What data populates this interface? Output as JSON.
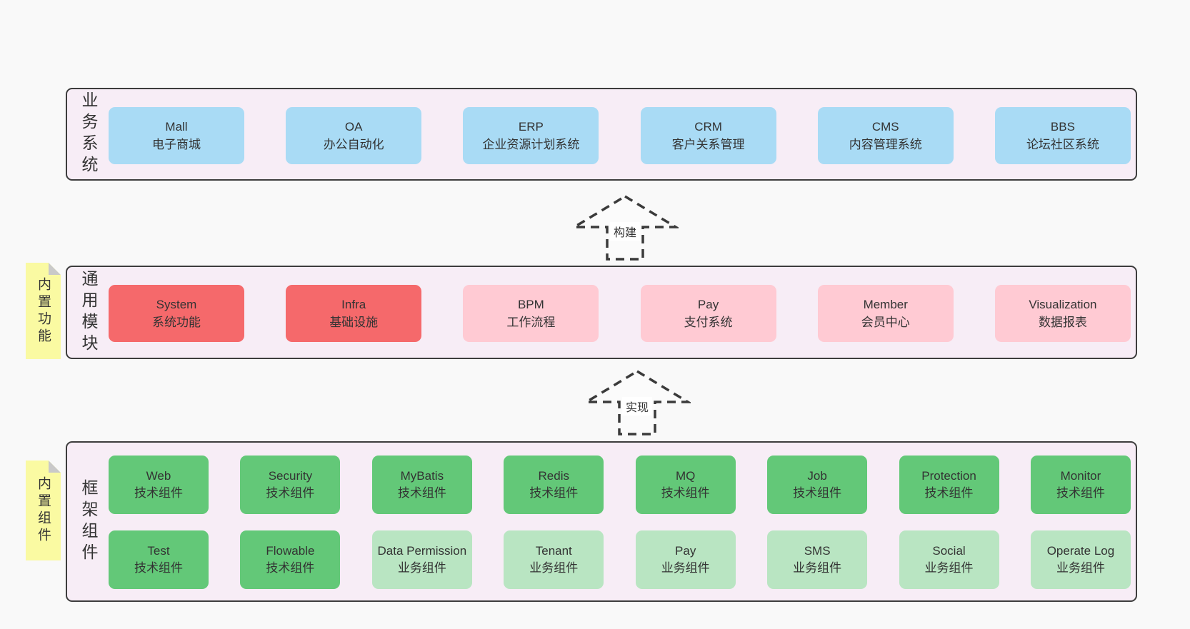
{
  "colors": {
    "page_bg": "#f9f9f9",
    "container_bg": "#f7edf6",
    "border": "#3d3d3d",
    "blue": "#a9dbf5",
    "red": "#f5696b",
    "pink": "#ffcad3",
    "green_dark": "#63c878",
    "green_light": "#b9e5c2",
    "note_bg": "#fafaa2",
    "note_fold": "#c9c9c9",
    "text": "#333333"
  },
  "layers": [
    {
      "label": "业务系统",
      "note": "",
      "rows": [
        [
          {
            "title": "Mall",
            "subtitle": "电子商城",
            "color": "blue"
          },
          {
            "title": "OA",
            "subtitle": "办公自动化",
            "color": "blue"
          },
          {
            "title": "ERP",
            "subtitle": "企业资源计划系统",
            "color": "blue"
          },
          {
            "title": "CRM",
            "subtitle": "客户关系管理",
            "color": "blue"
          },
          {
            "title": "CMS",
            "subtitle": "内容管理系统",
            "color": "blue"
          },
          {
            "title": "BBS",
            "subtitle": "论坛社区系统",
            "color": "blue"
          }
        ]
      ]
    },
    {
      "label": "通用模块",
      "note": "内置功能",
      "rows": [
        [
          {
            "title": "System",
            "subtitle": "系统功能",
            "color": "red"
          },
          {
            "title": "Infra",
            "subtitle": "基础设施",
            "color": "red"
          },
          {
            "title": "BPM",
            "subtitle": "工作流程",
            "color": "pink"
          },
          {
            "title": "Pay",
            "subtitle": "支付系统",
            "color": "pink"
          },
          {
            "title": "Member",
            "subtitle": "会员中心",
            "color": "pink"
          },
          {
            "title": "Visualization",
            "subtitle": "数据报表",
            "color": "pink"
          }
        ]
      ]
    },
    {
      "label": "框架组件",
      "note": "内置组件",
      "rows": [
        [
          {
            "title": "Web",
            "subtitle": "技术组件",
            "color": "green"
          },
          {
            "title": "Security",
            "subtitle": "技术组件",
            "color": "green"
          },
          {
            "title": "MyBatis",
            "subtitle": "技术组件",
            "color": "green"
          },
          {
            "title": "Redis",
            "subtitle": "技术组件",
            "color": "green"
          },
          {
            "title": "MQ",
            "subtitle": "技术组件",
            "color": "green"
          },
          {
            "title": "Job",
            "subtitle": "技术组件",
            "color": "green"
          },
          {
            "title": "Protection",
            "subtitle": "技术组件",
            "color": "green"
          },
          {
            "title": "Monitor",
            "subtitle": "技术组件",
            "color": "green"
          }
        ],
        [
          {
            "title": "Test",
            "subtitle": "技术组件",
            "color": "green"
          },
          {
            "title": "Flowable",
            "subtitle": "技术组件",
            "color": "green"
          },
          {
            "title": "Data Permission",
            "subtitle": "业务组件",
            "color": "lightgreen"
          },
          {
            "title": "Tenant",
            "subtitle": "业务组件",
            "color": "lightgreen"
          },
          {
            "title": "Pay",
            "subtitle": "业务组件",
            "color": "lightgreen"
          },
          {
            "title": "SMS",
            "subtitle": "业务组件",
            "color": "lightgreen"
          },
          {
            "title": "Social",
            "subtitle": "业务组件",
            "color": "lightgreen"
          },
          {
            "title": "Operate Log",
            "subtitle": "业务组件",
            "color": "lightgreen"
          }
        ]
      ]
    }
  ],
  "arrows": [
    {
      "label": "构建"
    },
    {
      "label": "实现"
    }
  ]
}
